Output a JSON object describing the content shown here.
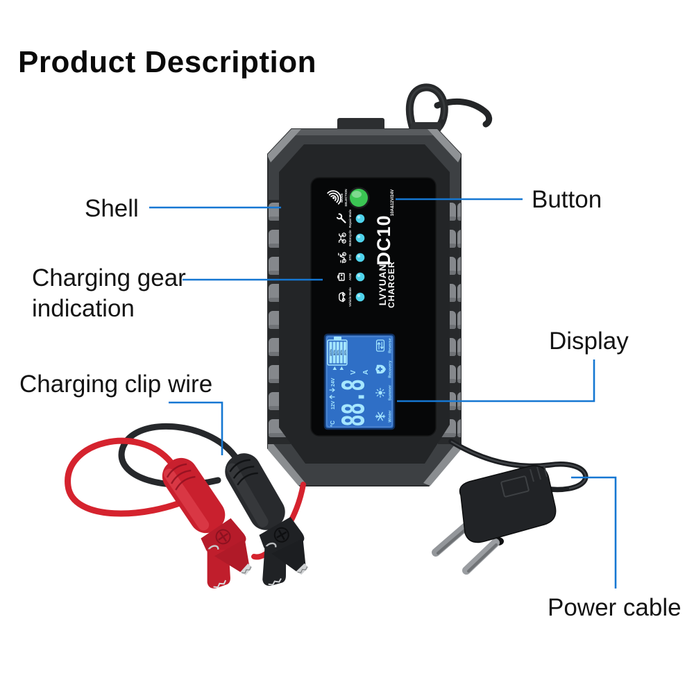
{
  "title": "Product Description",
  "colors": {
    "accent": "#1577d2",
    "clip-red": "#c9202e",
    "wire-red": "#d5232e",
    "led-cyan": "#4fd3ec",
    "button-green": "#3bc553",
    "lcd-blue": "#2f6fc6",
    "segment-cyan": "#a5e6ff"
  },
  "callouts": {
    "shell": {
      "label": "Shell"
    },
    "button": {
      "label": "Button"
    },
    "charging_gear": {
      "label_line1": "Charging gear",
      "label_line2": "indication"
    },
    "display": {
      "label": "Display"
    },
    "charging_clip_wire": {
      "label": "Charging clip wire"
    },
    "power_cable": {
      "label": "Power cable"
    }
  },
  "charger": {
    "brand_line1": "LVYUAN",
    "brand_line2": "CHARGER",
    "model": "DC10",
    "rating": "10A&12V/24V",
    "mode_button": {
      "label_line1": "MODE",
      "label_line2": "SELECTION"
    },
    "modes": [
      {
        "label": "Repair Mode",
        "icon": "wrench-icon"
      },
      {
        "label": "Motorcycle",
        "icon": "motorcycle-icon"
      },
      {
        "label": "STD",
        "icon": "scooter-icon"
      },
      {
        "label": "AGM",
        "icon": "battery-icon"
      },
      {
        "label": "Vehicle Mode",
        "icon": "car-icon"
      }
    ],
    "display": {
      "digits": "88.8",
      "temp_unit": "°C",
      "volt_unit": "V",
      "amp_unit": "A",
      "voltage_12": "12V",
      "voltage_24": "24V",
      "battery_levels": [
        "100%",
        "80%",
        "60%",
        "40%",
        "20%"
      ],
      "status_labels": [
        "Winter",
        "Summer",
        "Recovery",
        "Reverse"
      ]
    }
  }
}
